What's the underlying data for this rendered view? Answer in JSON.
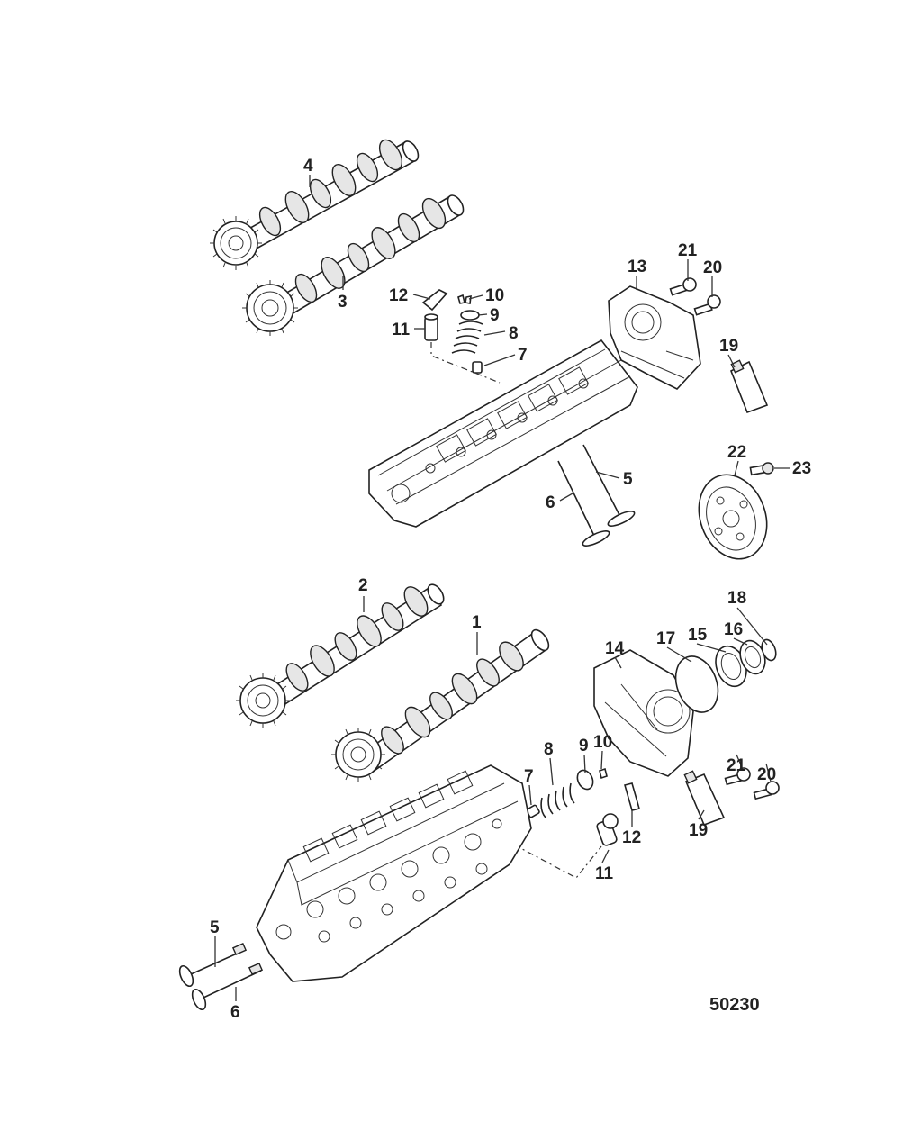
{
  "diagram": {
    "reference_number": "50230",
    "callouts": [
      {
        "id": "c4-top",
        "label": "4"
      },
      {
        "id": "c3-top",
        "label": "3"
      },
      {
        "id": "c12-top",
        "label": "12"
      },
      {
        "id": "c10-top",
        "label": "10"
      },
      {
        "id": "c9-top",
        "label": "9"
      },
      {
        "id": "c11-top",
        "label": "11"
      },
      {
        "id": "c8-top",
        "label": "8"
      },
      {
        "id": "c7-top",
        "label": "7"
      },
      {
        "id": "c13-top",
        "label": "13"
      },
      {
        "id": "c21-top",
        "label": "21"
      },
      {
        "id": "c20-top",
        "label": "20"
      },
      {
        "id": "c19-top",
        "label": "19"
      },
      {
        "id": "c5-top",
        "label": "5"
      },
      {
        "id": "c6-top",
        "label": "6"
      },
      {
        "id": "c22",
        "label": "22"
      },
      {
        "id": "c23",
        "label": "23"
      },
      {
        "id": "c2",
        "label": "2"
      },
      {
        "id": "c1",
        "label": "1"
      },
      {
        "id": "c18",
        "label": "18"
      },
      {
        "id": "c14",
        "label": "14"
      },
      {
        "id": "c17",
        "label": "17"
      },
      {
        "id": "c15",
        "label": "15"
      },
      {
        "id": "c16",
        "label": "16"
      },
      {
        "id": "c9-bot",
        "label": "9"
      },
      {
        "id": "c10-bot",
        "label": "10"
      },
      {
        "id": "c8-bot",
        "label": "8"
      },
      {
        "id": "c7-bot",
        "label": "7"
      },
      {
        "id": "c21-bot",
        "label": "21"
      },
      {
        "id": "c20-bot",
        "label": "20"
      },
      {
        "id": "c12-bot",
        "label": "12"
      },
      {
        "id": "c19-bot",
        "label": "19"
      },
      {
        "id": "c11-bot",
        "label": "11"
      },
      {
        "id": "c5-bot",
        "label": "5"
      },
      {
        "id": "c6-bot",
        "label": "6"
      }
    ]
  }
}
